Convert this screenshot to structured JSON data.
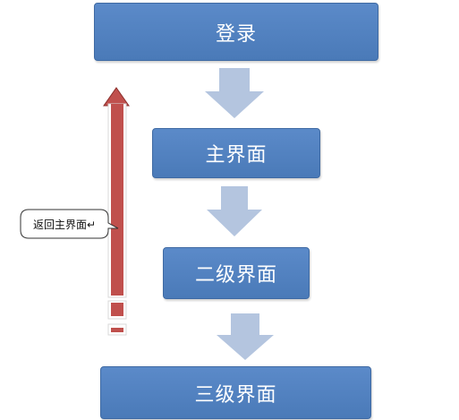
{
  "nodes": {
    "login": "登录",
    "main": "主界面",
    "secondary": "二级界面",
    "tertiary": "三级界面"
  },
  "callout": {
    "text": "返回主界面↵"
  },
  "colors": {
    "box": "#4f7fbd",
    "down_arrow": "#b4c5df",
    "back_arrow": "#c0504d"
  }
}
